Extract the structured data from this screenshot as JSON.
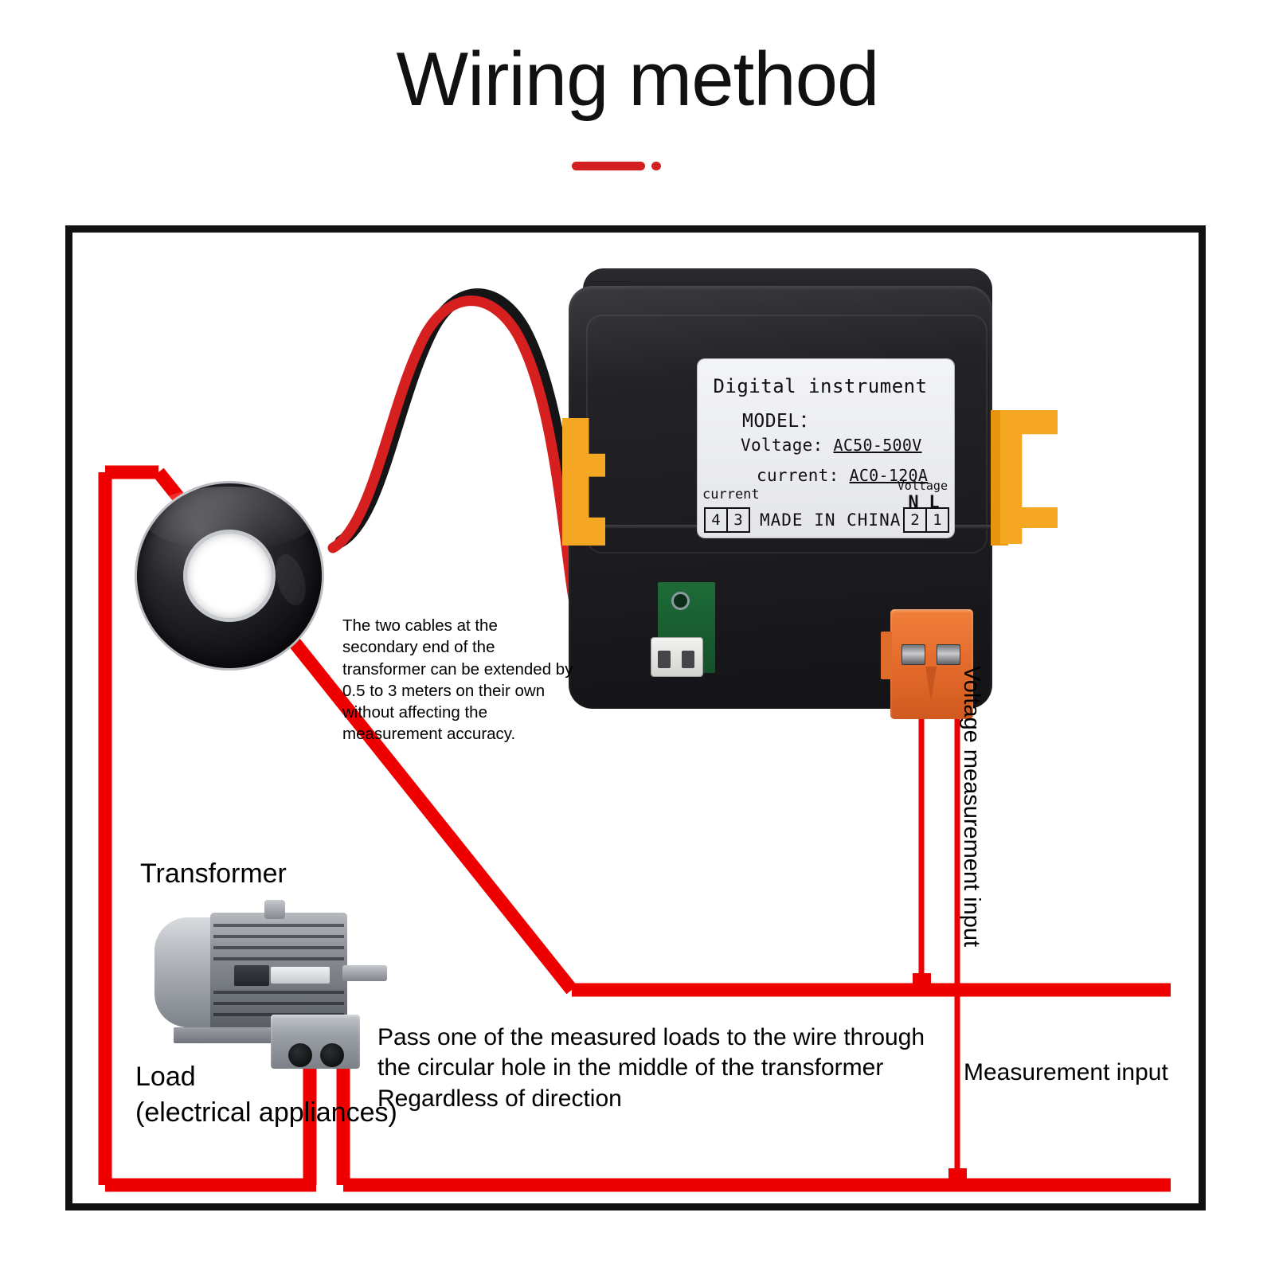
{
  "page": {
    "title": "Wiring method",
    "accent_red": "#ee0000",
    "frame_color": "#111111",
    "background": "#ffffff"
  },
  "device": {
    "name": "digital panel meter",
    "label": {
      "heading": "Digital instrument",
      "model_label": "MODEL：",
      "model_value": "",
      "voltage_label": "Voltage:",
      "voltage_value": "AC50-500V",
      "current_label": "current:",
      "current_value": "AC0-120A",
      "origin": "MADE  IN  CHINA",
      "current_group_caption": "current",
      "voltage_group_caption": "Voltage",
      "current_terminals": [
        "4",
        "3"
      ],
      "voltage_terminals": [
        "2",
        "1"
      ],
      "voltage_terminal_names": [
        "N",
        "L"
      ]
    },
    "clip_color": "#f5a623",
    "terminal_block_color": "#e2692a"
  },
  "annotations": {
    "cable_note": "The two cables at the secondary end of the transformer can be extended by 0.5 to 3 meters on their own without affecting the measurement accuracy.",
    "pass_note": "Pass one of the measured loads to the wire through the circular hole in the middle of the transformer Regardless of direction"
  },
  "labels": {
    "transformer": "Transformer",
    "load_line1": "Load",
    "load_line2": "(electrical appliances)",
    "voltage_measurement_input": "Voltage measurement input",
    "measurement_input": "Measurement input"
  },
  "parts": {
    "toroid": "current-transformer-toroid",
    "motor": "electric-motor"
  }
}
